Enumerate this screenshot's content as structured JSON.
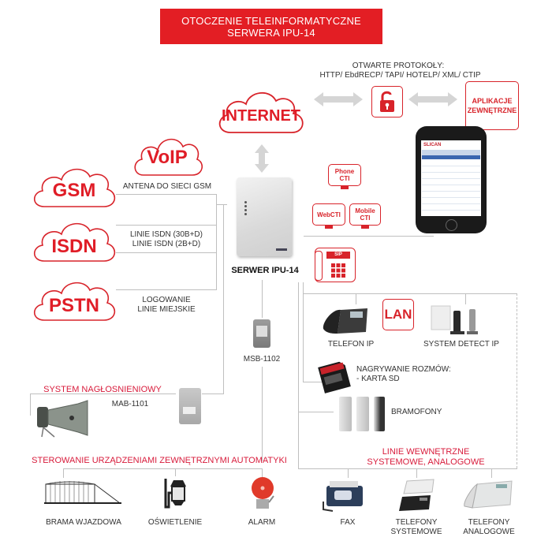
{
  "title": {
    "line1": "OTOCZENIE TELEINFORMATYCZNE",
    "line2": "SERWERA IPU-14"
  },
  "protocols": {
    "heading": "OTWARTE PROTOKOŁY:",
    "list": "HTTP/ EbdRECP/ TAPI/ HOTELP/ XML/ CTIP"
  },
  "clouds": {
    "internet": "INTERNET",
    "voip": "VoIP",
    "gsm": "GSM",
    "isdn": "ISDN",
    "pstn": "PSTN"
  },
  "external_apps": {
    "line1": "APLIKACJE",
    "line2": "ZEWNĘTRZNE"
  },
  "links": {
    "gsm": "ANTENA DO SIECI GSM",
    "isdn_line1": "LINIE ISDN (30B+D)",
    "isdn_line2": "LINIE ISDN (2B+D)",
    "pstn_line1": "LOGOWANIE",
    "pstn_line2": "LINIE MIEJSKIE"
  },
  "server": {
    "label": "SERWER IPU-14"
  },
  "cti": {
    "phone": {
      "line1": "Phone",
      "line2": "CTI"
    },
    "web": {
      "line1": "WebCTI"
    },
    "mobile": {
      "line1": "Mobile",
      "line2": "CTI"
    }
  },
  "sip": {
    "label": "SIP"
  },
  "lan": {
    "label": "LAN"
  },
  "devices": {
    "msb": "MSB-1102",
    "mab": "MAB-1101",
    "telefon_ip": "TELEFON IP",
    "system_detect": "SYSTEM DETECT IP",
    "recording_line1": "NAGRYWANIE ROZMÓW:",
    "recording_line2": "- KARTA SD",
    "bramofony": "BRAMOFONY",
    "fax": "FAX",
    "telefony_sys_line1": "TELEFONY",
    "telefony_sys_line2": "SYSTEMOWE",
    "telefony_an_line1": "TELEFONY",
    "telefony_an_line2": "ANALOGOWE",
    "brama": "BRAMA WJAZDOWA",
    "oswietlenie": "OŚWIETLENIE",
    "alarm": "ALARM"
  },
  "sections": {
    "naglosnienie": "SYSTEM NAGŁOSNIENIOWY",
    "sterowanie": "STEROWANIE URZĄDZENIAMI ZEWNĘTRZNYMI AUTOMATYKI",
    "linie_wew_line1": "LINIE WEWNĘTRZNE",
    "linie_wew_line2": "SYSTEMOWE, ANALOGOWE"
  },
  "phone_screen": {
    "brand": "SLICAN"
  },
  "colors": {
    "accent": "#e31e24",
    "line": "#bfbfbf",
    "text": "#333333",
    "section_red": "#d81b3b"
  }
}
